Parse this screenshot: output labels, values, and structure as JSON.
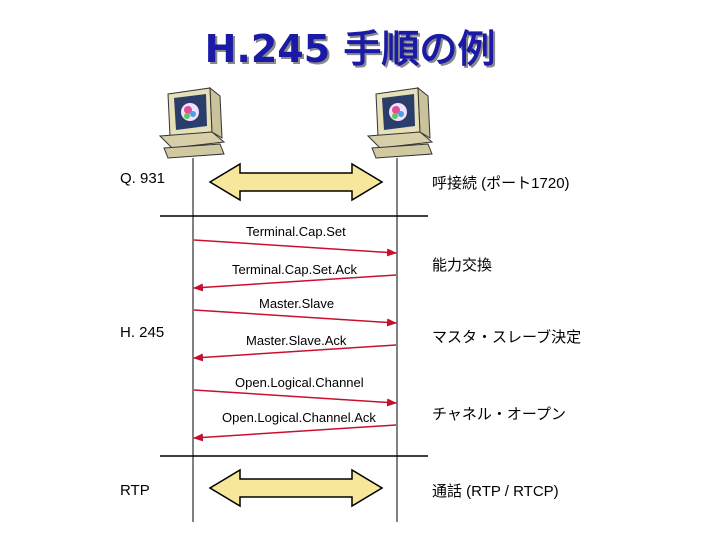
{
  "title": "H.245 手順の例",
  "computers": [
    {
      "icon": "computer-icon"
    },
    {
      "icon": "computer-icon"
    }
  ],
  "phases": {
    "q931": {
      "left": "Q. 931",
      "right": "呼接続 (ポート1720)"
    },
    "h245": {
      "left": "H. 245"
    },
    "rtp": {
      "left": "RTP",
      "right": "通話 (RTP / RTCP)"
    }
  },
  "messages": [
    {
      "label": "Terminal.Cap.Set",
      "direction": "right"
    },
    {
      "label": "Terminal.Cap.Set.Ack",
      "direction": "left"
    },
    {
      "label": "Master.Slave",
      "direction": "right"
    },
    {
      "label": "Master.Slave.Ack",
      "direction": "left"
    },
    {
      "label": "Open.Logical.Channel",
      "direction": "right"
    },
    {
      "label": "Open.Logical.Channel.Ack",
      "direction": "left"
    }
  ],
  "step_labels": [
    "能力交換",
    "マスタ・スレーブ決定",
    "チャネル・オープン"
  ],
  "colors": {
    "title": "#1a1aa6",
    "arrow": "#c8102e",
    "bidir_fill": "#f7e79a",
    "bidir_stroke": "#000000"
  }
}
